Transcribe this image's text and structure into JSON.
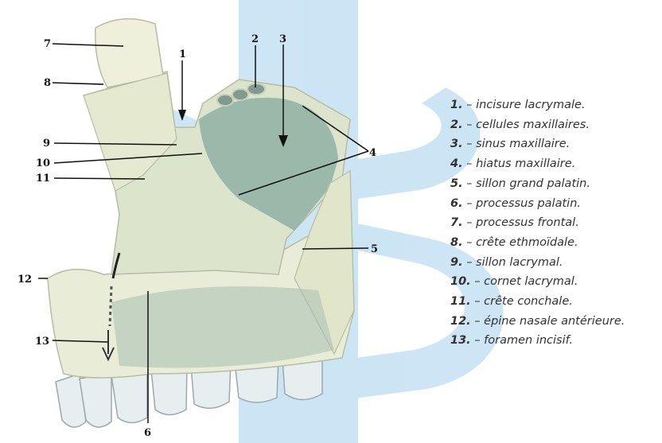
{
  "watermark": {
    "color": "#4aa3d8"
  },
  "diagram": {
    "bone_color": "#e9ecd6",
    "shadow_color": "#9fb9ad",
    "callouts": [
      "1",
      "2",
      "3",
      "4",
      "5",
      "6",
      "7",
      "8",
      "9",
      "10",
      "11",
      "12",
      "13"
    ]
  },
  "legend": [
    {
      "num": "1.",
      "text": " – incisure lacrymale."
    },
    {
      "num": "2.",
      "text": " – cellules maxillaires."
    },
    {
      "num": "3.",
      "text": " – sinus maxillaire."
    },
    {
      "num": "4.",
      "text": " – hiatus maxillaire."
    },
    {
      "num": "5.",
      "text": " – sillon grand palatin."
    },
    {
      "num": "6.",
      "text": " – processus palatin."
    },
    {
      "num": "7.",
      "text": " – processus frontal."
    },
    {
      "num": "8.",
      "text": " – crête ethmoïdale."
    },
    {
      "num": "9.",
      "text": " – sillon lacrymal."
    },
    {
      "num": "10.",
      "text": " – cornet lacrymal."
    },
    {
      "num": "11.",
      "text": " – crête conchale."
    },
    {
      "num": "12.",
      "text": " – épine nasale antérieure."
    },
    {
      "num": "13.",
      "text": " – foramen incisif."
    }
  ]
}
